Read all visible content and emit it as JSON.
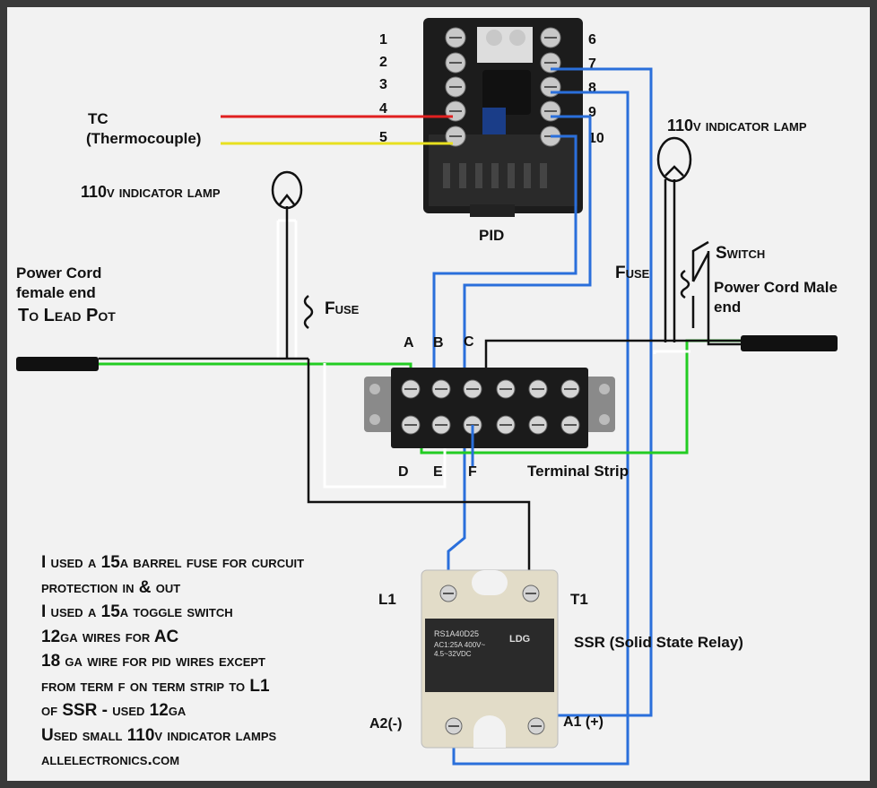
{
  "colors": {
    "background": "#f2f2f2",
    "frame": "#3a3a3a",
    "wire_hot": "#111111",
    "wire_neutral": "#ffffff",
    "wire_ground": "#22cc22",
    "wire_signal": "#2a6fdb",
    "tc_positive": "#e02020",
    "tc_negative": "#e8e020"
  },
  "pid": {
    "label": "PID",
    "terminals_left": [
      "1",
      "2",
      "3",
      "4",
      "5"
    ],
    "terminals_right": [
      "6",
      "7",
      "8",
      "9",
      "10"
    ]
  },
  "thermocouple": {
    "line1": "TC",
    "line2": "(Thermocouple)"
  },
  "lamp_left": {
    "label": "110v indicator lamp"
  },
  "lamp_right": {
    "label": "110v indicator lamp"
  },
  "power_female": {
    "line1": "Power Cord",
    "line2": "female end",
    "line3": "To Lead Pot"
  },
  "power_male": {
    "line1": "Power Cord Male",
    "line2": "end"
  },
  "fuse_left": {
    "label": "Fuse"
  },
  "fuse_right": {
    "label": "Fuse"
  },
  "switch": {
    "label": "Switch"
  },
  "terminal_strip": {
    "label": "Terminal Strip",
    "top_labels": [
      "A",
      "B",
      "C"
    ],
    "bottom_labels": [
      "D",
      "E",
      "F"
    ]
  },
  "ssr": {
    "label": "SSR (Solid State Relay)",
    "l1": "L1",
    "t1": "T1",
    "a2": "A2(-)",
    "a1": "A1 (+)",
    "model": "RS1A40D25",
    "brand": "LDG",
    "spec1": "AC1:25A 400V~",
    "spec2": "4.5~32VDC"
  },
  "notes": [
    "I used a 15a barrel fuse for curcuit",
    "protection in & out",
    "I used a 15a toggle switch",
    "12ga wires for AC",
    "18 ga wire for pid wires except",
    "from term f on term strip to L1",
    "of SSR - used 12ga",
    "Used small 110v indicator lamps",
    "allelectronics.com"
  ]
}
